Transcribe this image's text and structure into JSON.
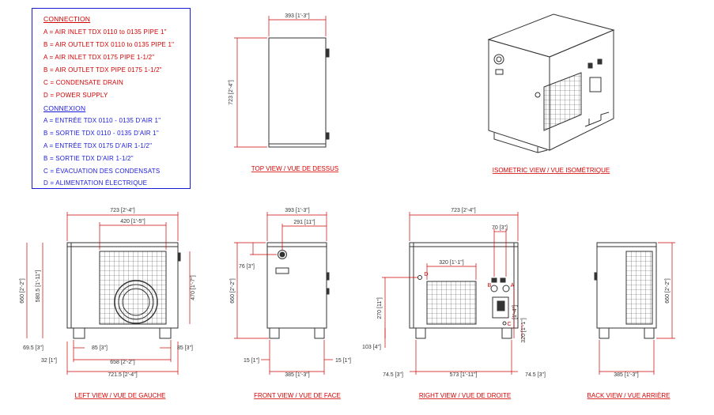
{
  "legend": {
    "title_en": "CONNECTION",
    "items_en": [
      "A = AIR INLET TDX 0110 to 0135 PIPE 1\"",
      "B = AIR OUTLET TDX 0110 to 0135 PIPE 1\"",
      "A = AIR INLET TDX 0175 PIPE 1-1/2\"",
      "B = AIR OUTLET TDX PIPE 0175 1-1/2\"",
      "C = CONDENSATE DRAIN",
      "D = POWER SUPPLY"
    ],
    "title_fr": "CONNEXION",
    "items_fr": [
      "A = ENTRÉE TDX 0110 - 0135 D'AIR  1\"",
      "B = SORTIE TDX 0110 - 0135 D'AIR  1\"",
      "A = ENTRÉE TDX 0175 D'AIR  1-1/2\"",
      "B = SORTIE TDX D'AIR  1-1/2\"",
      "C = ÉVACUATION DES CONDENSATS",
      "D = ALIMENTATION ÉLECTRIQUE"
    ]
  },
  "view_titles": {
    "top": "TOP VIEW / VUE DE DESSUS",
    "iso": "ISOMETRIC VIEW / VUE ISOMÉTRIQUE",
    "left": "LEFT VIEW / VUE DE GAUCHE",
    "front": "FRONT VIEW / VUE DE FACE",
    "right": "RIGHT VIEW / VUE DE DROITE",
    "back": "BACK VIEW / VUE ARRIÈRE"
  },
  "dims": {
    "top_w": "393 [1'-3\"]",
    "top_h": "723 [2'-4\"]",
    "left_w": "723 [2'-4\"]",
    "left_fan": "420 [1'-5\"]",
    "left_h_total": "660 [2'-2\"]",
    "left_h_body": "580.5 [1'-11\"]",
    "left_h_fan": "470 [1'-7\"]",
    "left_h_base": "69.5 [3\"]",
    "left_foot_l": "85 [3\"]",
    "left_foot_r": "85 [3\"]",
    "left_base_w": "658 [2'-2\"]",
    "left_foot_off": "32 [1\"]",
    "left_total_w": "721.5 [2'-4\"]",
    "front_w": "393 [1'-3\"]",
    "front_gauge_x": "291 [11\"]",
    "front_gauge_y": "76 [3\"]",
    "front_h": "660 [2'-2\"]",
    "front_foot_l": "15 [1\"]",
    "front_foot_r": "15 [1\"]",
    "front_base_w": "385 [1'-3\"]",
    "right_w": "723 [2'-4\"]",
    "right_ports": "70 [3\"]",
    "right_grille": "320 [1'-1\"]",
    "right_h_d": "270 [11\"]",
    "right_h_ports": "[1'-4\"]",
    "right_h_c": "320 [1'-1\"]",
    "right_base_h": "103 [4\"]",
    "right_foot_l": "74.5 [3\"]",
    "right_base_w": "573 [1'-11\"]",
    "right_foot_r": "74.5 [3\"]",
    "back_h": "660 [2'-2\"]",
    "back_base_w": "385 [1'-3\"]"
  },
  "port_labels": {
    "a": "A",
    "b": "B",
    "c": "C",
    "d": "D"
  },
  "colors": {
    "line": "#333333",
    "dim": "#cc0000",
    "legend_border": "#1a1adb",
    "legend_fr": "#1a1adb"
  }
}
